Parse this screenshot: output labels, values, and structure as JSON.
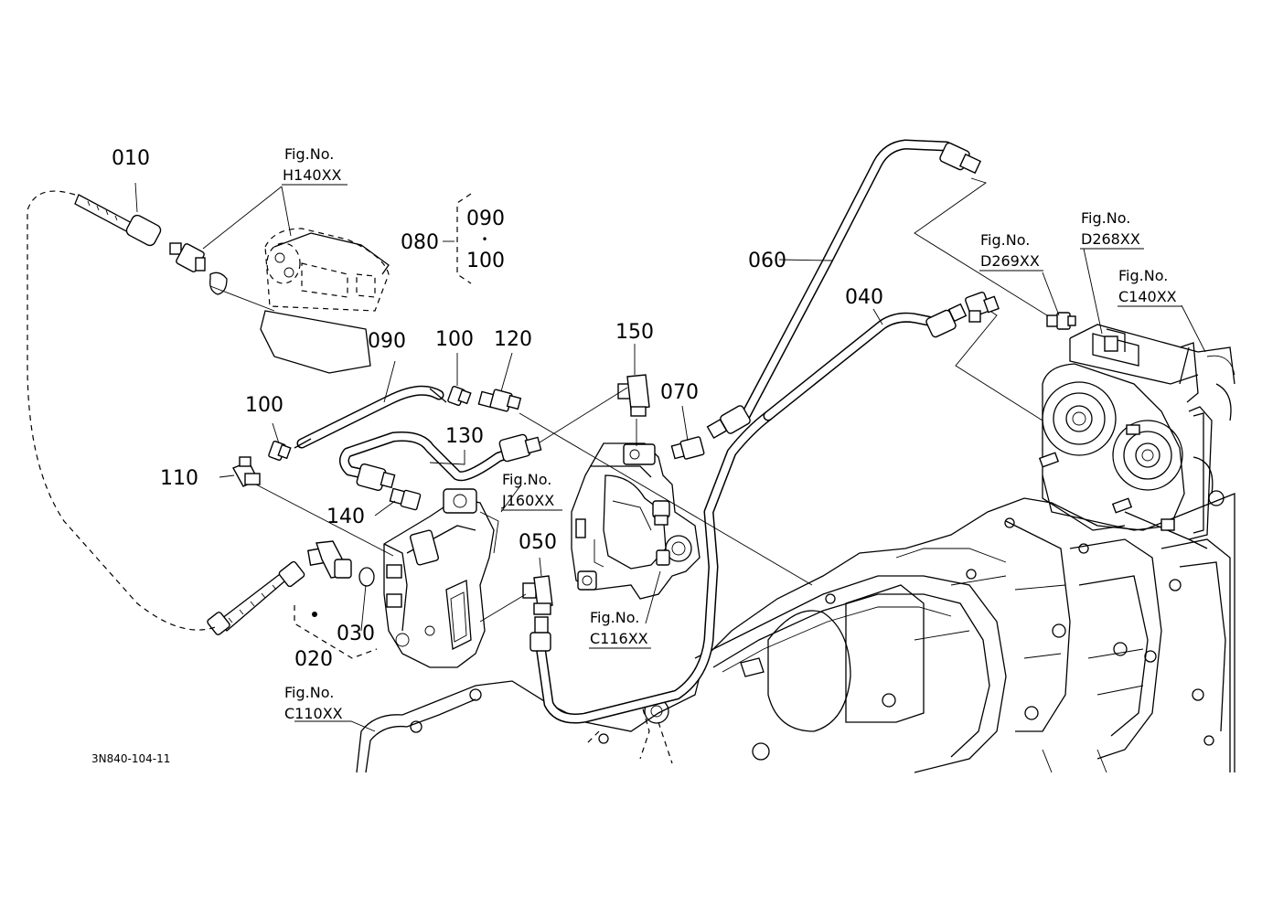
{
  "diagram": {
    "drawing_code": "3N840-104-11",
    "callouts": {
      "c010": "010",
      "c020": "020",
      "c030": "030",
      "c040": "040",
      "c050": "050",
      "c060": "060",
      "c070": "070",
      "c080": "080",
      "c090": "090",
      "c090b": "090",
      "c100": "100",
      "c100b": "100",
      "c100c": "100",
      "c110": "110",
      "c120": "120",
      "c130": "130",
      "c140": "140",
      "c150": "150",
      "dot": "•"
    },
    "fig_refs": {
      "prefix": "Fig.No.",
      "h140": "H140XX",
      "j160": "J160XX",
      "c116": "C116XX",
      "c110": "C110XX",
      "d269": "D269XX",
      "d268": "D268XX",
      "c140": "C140XX"
    }
  }
}
